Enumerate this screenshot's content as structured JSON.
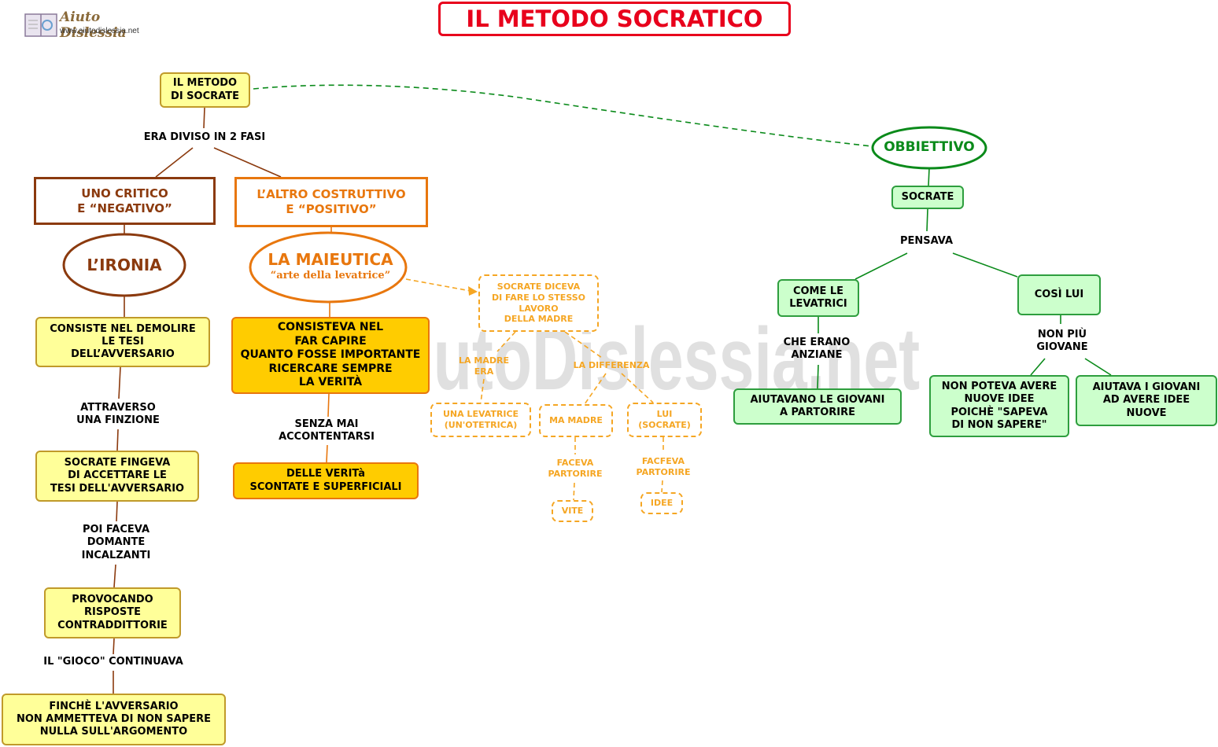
{
  "title": "IL METODO SOCRATICO",
  "logo": {
    "name": "Aiuto Dislessia",
    "url": "www.aiutodislessia.net"
  },
  "watermark": "AiutoDislessia.net",
  "colors": {
    "title": "#e8001c",
    "brown": "#8b3a0e",
    "orange": "#e8770e",
    "green": "#0a8a1a",
    "dashed": "#f5a623"
  },
  "nodes": {
    "root": "IL METODO\nDI SOCRATE",
    "link_fasi": "ERA DIVISO IN 2 FASI",
    "critico": "UNO CRITICO\nE “NEGATIVO”",
    "costruttivo": "L’ALTRO COSTRUTTIVO\nE “POSITIVO”",
    "ironia": "L’IRONIA",
    "maieutica": "LA MAIEUTICA",
    "maieutica_sub": "“arte della levatrice”",
    "consiste_demolire": "CONSISTE NEL DEMOLIRE\nLE TESI\nDELL’AVVERSARIO",
    "attraverso": "ATTRAVERSO\nUNA FINZIONE",
    "fingeva": "SOCRATE FINGEVA\nDI ACCETTARE LE\nTESI DELL'AVVERSARIO",
    "poi_faceva": "POI FACEVA\nDOMANTE\nINCALZANTI",
    "provocando": "PROVOCANDO\nRISPOSTE\nCONTRADDITTORIE",
    "gioco": "IL \"GIOCO\" CONTINUAVA",
    "finche": "FINCHÈ L'AVVERSARIO\nNON AMMETTEVA DI NON SAPERE\nNULLA SULL'ARGOMENTO",
    "consisteva": "CONSISTEVA NEL\nFAR CAPIRE\nQUANTO FOSSE IMPORTANTE\nRICERCARE SEMPRE\nLA VERITÀ",
    "senza_mai": "SENZA MAI\nACCONTENTARSI",
    "verita_scontate": "DELLE VERITà\nSCONTATE E SUPERFICIALI",
    "socrate_diceva": "SOCRATE DICEVA\nDI FARE LO STESSO\nLAVORO\nDELLA MADRE",
    "madre_era": "LA MADRE\nERA",
    "differenza": "LA DIFFERENZA",
    "levatrice": "UNA LEVATRICE\n(UN'OTETRICA)",
    "ma_madre": "MA MADRE",
    "lui_socrate": "LUI\n(SOCRATE)",
    "faceva_partorire": "FACEVA\nPARTORIRE",
    "facfeva_partorire": "FACFEVA\nPARTORIRE",
    "vite": "VITE",
    "idee": "IDEE",
    "obbiettivo": "OBBIETTIVO",
    "socrate": "SOCRATE",
    "pensava": "PENSAVA",
    "come_levatrici": "COME LE\nLEVATRICI",
    "cosi_lui": "COSÌ LUI",
    "che_erano": "CHE ERANO\nANZIANE",
    "aiutavano": "AIUTAVANO LE GIOVANI\nA PARTORIRE",
    "non_piu": "NON PIÙ\nGIOVANE",
    "non_poteva": "NON POTEVA AVERE\nNUOVE IDEE\nPOICHÈ \"SAPEVA\nDI NON SAPERE\"",
    "aiutava_giovani": "AIUTAVA I GIOVANI\nAD AVERE IDEE\nNUOVE"
  }
}
